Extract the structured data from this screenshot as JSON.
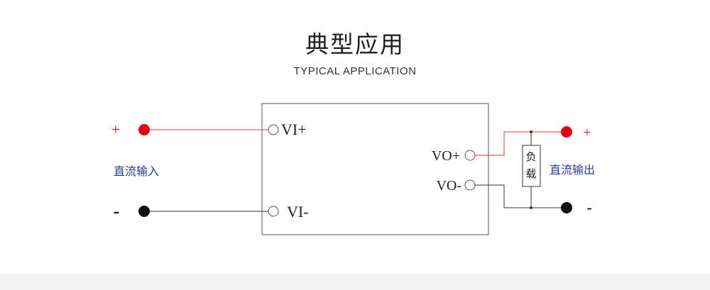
{
  "header": {
    "title": "典型应用",
    "subtitle": "TYPICAL APPLICATION"
  },
  "diagram": {
    "input": {
      "plus_sign": "+",
      "minus_sign": "-",
      "label": "直流输入"
    },
    "module_pins": {
      "vi_plus": "VI+",
      "vi_minus": "VI-",
      "vo_plus": "VO+",
      "vo_minus": "VO-"
    },
    "load": {
      "label_line1": "负",
      "label_line2": "载"
    },
    "output": {
      "plus_sign": "+",
      "minus_sign": "-",
      "label": "直流输出"
    }
  },
  "colors": {
    "positive_wire": "#e8333a",
    "positive_terminal": "#e60012",
    "negative_terminal": "#111111",
    "label_blue": "#2b3990",
    "box_stroke": "#555555"
  }
}
